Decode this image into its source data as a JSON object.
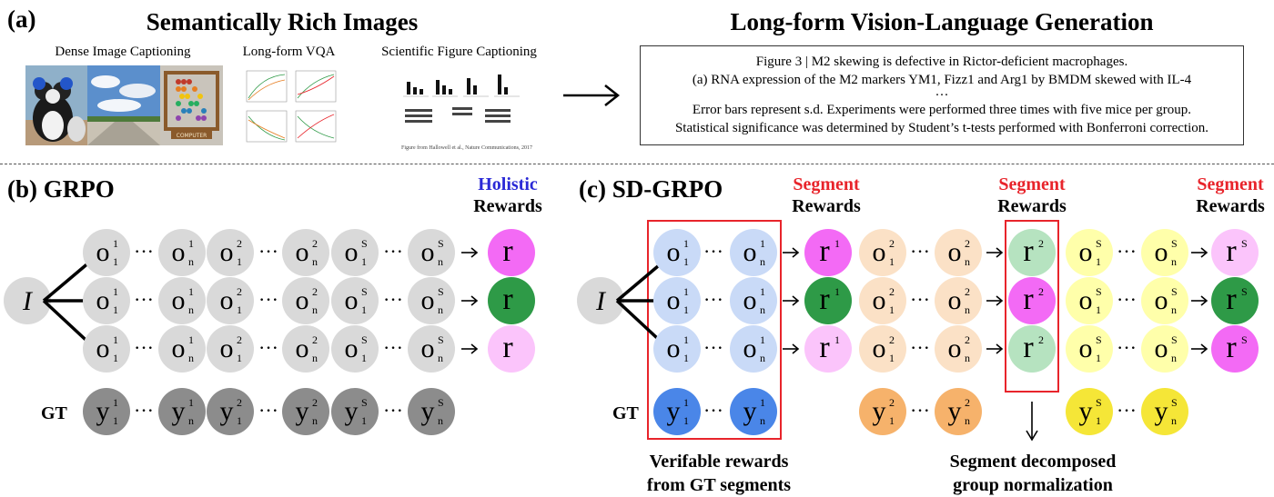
{
  "panel_a": {
    "label": "(a)",
    "left_title": "Semantically Rich Images",
    "right_title": "Long-form Vision-Language Generation",
    "tasks": [
      "Dense Image Captioning",
      "Long-form VQA",
      "Scientific Figure Captioning"
    ],
    "figure_credit": "Figure from Hallowell et al., Nature Communications, 2017",
    "abacus_text": "COMPUTER",
    "text_lines": [
      "Figure 3 | M2 skewing is defective in Rictor-deficient macrophages.",
      "(a) RNA expression of the M2 markers YM1, Fizz1 and Arg1 by BMDM skewed with IL-4",
      "···",
      "Error bars represent s.d. Experiments were performed three times with five mice per group.",
      "Statistical significance was determined by Student’s t-tests performed with Bonferroni correction."
    ]
  },
  "panel_b": {
    "label": "(b) GRPO",
    "holistic": "Holistic",
    "rewards": "Rewards",
    "gt": "GT",
    "input_symbol": "I",
    "reward_symbol": "r"
  },
  "panel_c": {
    "label": "(c) SD-GRPO",
    "segment": "Segment",
    "rewards": "Rewards",
    "gt": "GT",
    "input_symbol": "I",
    "caption_left": [
      "Verifable rewards",
      "from GT segments"
    ],
    "caption_right": [
      "Segment decomposed",
      "group normalization"
    ]
  },
  "symbols": {
    "dots": "···",
    "o": "o",
    "y": "y",
    "r": "r",
    "n": "n",
    "S": "S"
  },
  "colors": {
    "gray_circle": "#d9d9d9",
    "dark_gray": "#8c8c8c",
    "blue_light": "#c9daf7",
    "blue_dark": "#4a86e8",
    "orange_light": "#fbe1c6",
    "orange_dark": "#f6b26b",
    "yellow_light": "#ffffaa",
    "yellow_dark": "#f5e637",
    "magenta": "#f36af5",
    "magenta_light": "#fbc4fb",
    "green": "#2e9a47",
    "green_light": "#b6e3c0",
    "red": "#e8242b",
    "blue_text": "#2a29d6"
  }
}
